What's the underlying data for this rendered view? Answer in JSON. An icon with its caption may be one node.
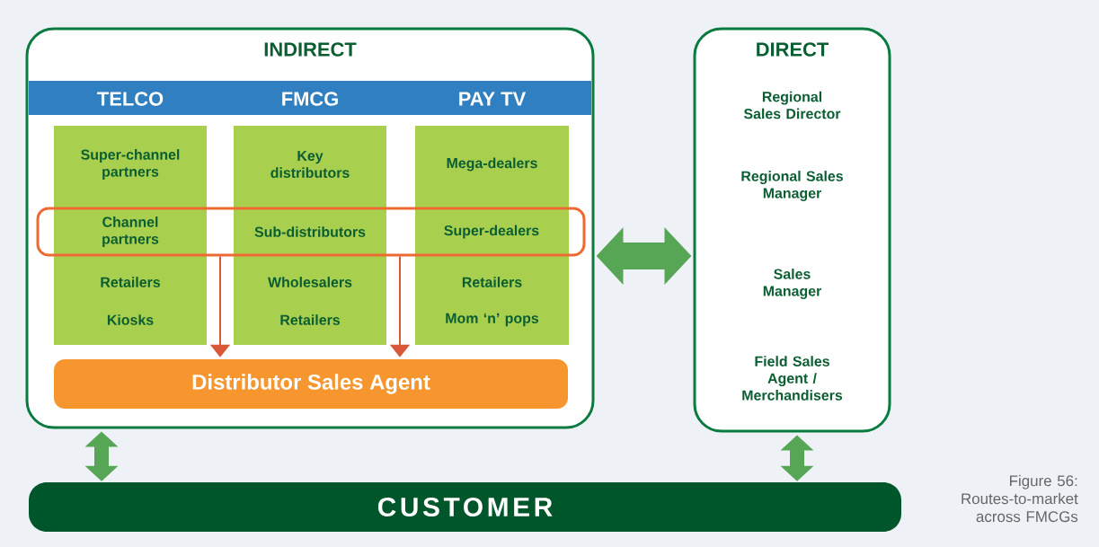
{
  "diagram": {
    "caption": "Figure 56: Routes-to-market across FMCGs",
    "nodes": [
      {
        "text": [
          "INDIRECT"
        ]
      },
      {
        "text": [
          "TELCO",
          "Super-channel partners",
          "Retailers",
          "Kiosks"
        ],
        "in": 0
      },
      {
        "text": [
          "FMCG",
          "Key distributors",
          "Wholesalers",
          "Retailers"
        ],
        "in": 0
      },
      {
        "text": [
          "PAY TV",
          "Mega-dealers",
          "Retailers",
          "Mom ‘n’ pops"
        ],
        "in": 0
      },
      {
        "text": [
          "Channel partners",
          "Sub-distributors",
          "Super-dealers"
        ],
        "in": 0
      },
      {
        "text": [
          "Distributor Sales Agent"
        ],
        "in": 0
      },
      {
        "text": [
          "DIRECT",
          "Regional Sales Director",
          "Regional Sales Manager",
          "Sales Manager",
          "Field Sales Agent / Merchandisers"
        ]
      },
      {
        "text": [
          "CUSTOMER"
        ]
      }
    ],
    "edges": [
      {
        "from": 4,
        "to": 5,
        "arrow": "to",
        "color": "#d9583a"
      },
      {
        "from": 4,
        "to": 5,
        "arrow": "to",
        "color": "#d9583a"
      },
      {
        "from": 0,
        "to": 6,
        "arrow": "both",
        "style": "thick"
      },
      {
        "from": 0,
        "to": 7,
        "arrow": "both"
      },
      {
        "from": 6,
        "to": 7,
        "arrow": "both"
      }
    ]
  }
}
